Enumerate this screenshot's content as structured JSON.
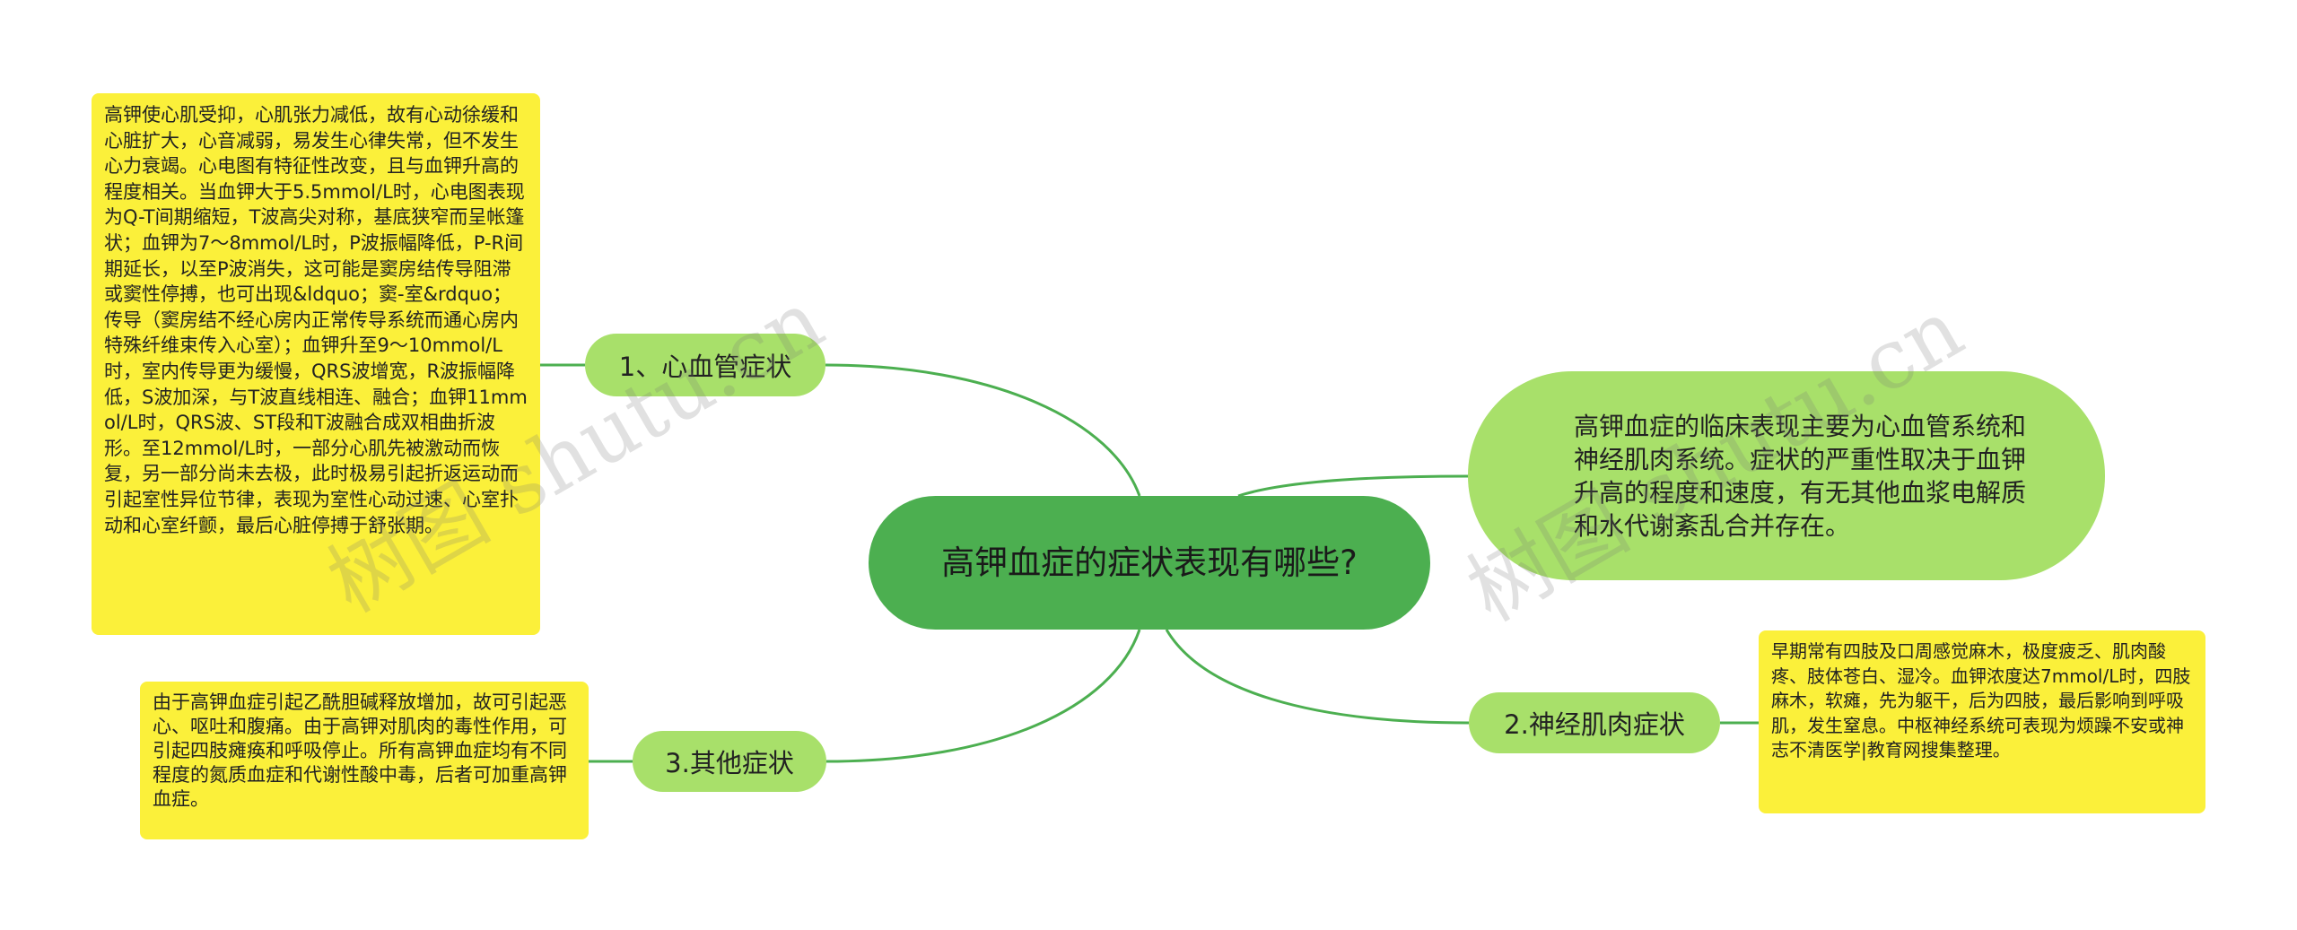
{
  "root": {
    "text": "高钾血症的症状表现有哪些?"
  },
  "summary": {
    "text": "高钾血症的临床表现主要为心血管系统和神经肌肉系统。症状的严重性取决于血钾升高的程度和速度，有无其他血浆电解质和水代谢紊乱合并存在。"
  },
  "branches": {
    "cardio": {
      "label": "1、心血管症状",
      "detail": "高钾使心肌受抑，心肌张力减低，故有心动徐缓和心脏扩大，心音减弱，易发生心律失常，但不发生心力衰竭。心电图有特征性改变，且与血钾升高的程度相关。当血钾大于5.5mmol/L时，心电图表现为Q-T间期缩短，T波高尖对称，基底狭窄而呈帐篷状；血钾为7～8mmol/L时，P波振幅降低，P-R间期延长，以至P波消失，这可能是窦房结传导阻滞或窦性停搏，也可出现&ldquo；窦-室&rdquo；传导（窦房结不经心房内正常传导系统而通心房内特殊纤维束传入心室）；血钾升至9～10mmol/L时，室内传导更为缓慢，QRS波增宽，R波振幅降低，S波加深，与T波直线相连、融合；血钾11mmol/L时，QRS波、ST段和T波融合成双相曲折波形。至12mmol/L时，一部分心肌先被激动而恢复，另一部分尚未去极，此时极易引起折返运动而引起室性异位节律，表现为室性心动过速、心室扑动和心室纤颤，最后心脏停搏于舒张期。"
    },
    "neuro": {
      "label": "2.神经肌肉症状",
      "detail": "早期常有四肢及口周感觉麻木，极度疲乏、肌肉酸疼、肢体苍白、湿冷。血钾浓度达7mmol/L时，四肢麻木，软瘫，先为躯干，后为四肢，最后影响到呼吸肌，发生窒息。中枢神经系统可表现为烦躁不安或神志不清医学|教育网搜集整理。"
    },
    "other": {
      "label": "3.其他症状",
      "detail": "由于高钾血症引起乙酰胆碱释放增加，故可引起恶心、呕吐和腹痛。由于高钾对肌肉的毒性作用，可引起四肢瘫痪和呼吸停止。所有高钾血症均有不同程度的氮质血症和代谢性酸中毒，后者可加重高钾血症。"
    }
  },
  "watermarks": [
    "树图 shutu.cn",
    "树图 shutu.cn"
  ],
  "colors": {
    "root_fill": "#4caf50",
    "branch_fill": "#a8e06a",
    "leaf_fill": "#fbf03a",
    "connector": "#4caf50"
  }
}
